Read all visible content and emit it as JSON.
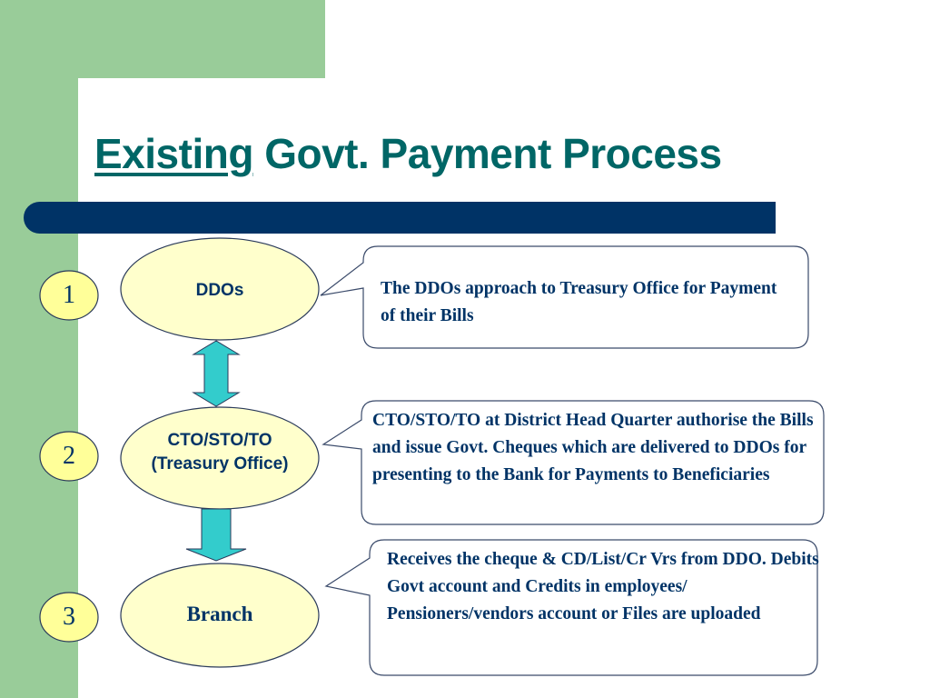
{
  "slide": {
    "title_underlined": "Existing",
    "title_rest": " Govt. Payment Process",
    "colors": {
      "sidebar_green": "#99cc99",
      "title_teal": "#006666",
      "bar_navy": "#003366",
      "node_fill": "#ffffcc",
      "number_fill": "#ffff99",
      "arrow_cyan": "#33cccc",
      "text_navy": "#003366"
    }
  },
  "steps": [
    {
      "number": "1",
      "node_label_line1": "DDOs",
      "node_label_line2": "",
      "callout": "The DDOs approach to Treasury Office for Payment of their Bills"
    },
    {
      "number": "2",
      "node_label_line1": "CTO/STO/TO",
      "node_label_line2": "(Treasury Office)",
      "callout": "CTO/STO/TO at District Head Quarter authorise the Bills and issue Govt. Cheques which are delivered to DDOs for presenting to the Bank for Payments to Beneficiaries"
    },
    {
      "number": "3",
      "node_label_line1": "Branch",
      "node_label_line2": "",
      "callout": "Receives the cheque & CD/List/Cr Vrs from DDO. Debits Govt account and Credits in employees/ Pensioners/vendors account or Files are uploaded"
    }
  ],
  "connectors": [
    {
      "from": "DDOs",
      "to": "CTO/STO/TO (Treasury Office)",
      "type": "double-arrow"
    },
    {
      "from": "CTO/STO/TO (Treasury Office)",
      "to": "Branch",
      "type": "down-arrow"
    }
  ]
}
